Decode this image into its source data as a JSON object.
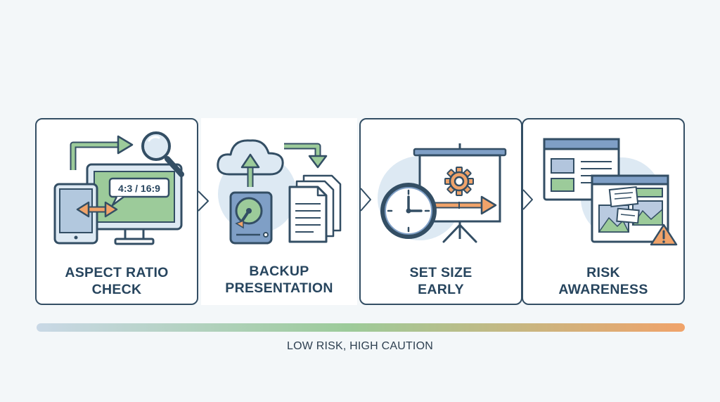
{
  "steps": [
    {
      "id": "aspect",
      "line1": "ASPECT RATIO",
      "line2": "CHECK",
      "badge": "4:3 / 16:9"
    },
    {
      "id": "backup",
      "line1": "BACKUP",
      "line2": "PRESENTATION"
    },
    {
      "id": "size",
      "line1": "SET SIZE",
      "line2": "EARLY"
    },
    {
      "id": "risk",
      "line1": "RISK",
      "line2": "AWARENESS"
    }
  ],
  "scale": {
    "caption": "LOW RISK, HIGH CAUTION",
    "start_color": "#c9d8e6",
    "mid_color": "#9ccb9a",
    "end_color": "#f0a36a"
  },
  "colors": {
    "outline": "#334e64",
    "green": "#9ccb9a",
    "blue": "#7f9fc6",
    "light_blue": "#dde9f3",
    "orange": "#f0a36a",
    "text": "#27455e"
  },
  "icons": [
    "magnifier-icon",
    "monitor-icon",
    "tablet-icon",
    "double-arrow-icon",
    "cloud-upload-icon",
    "hard-drive-icon",
    "documents-icon",
    "clock-icon",
    "projector-screen-icon",
    "gear-icon",
    "window-icon",
    "image-icon",
    "warning-icon"
  ]
}
